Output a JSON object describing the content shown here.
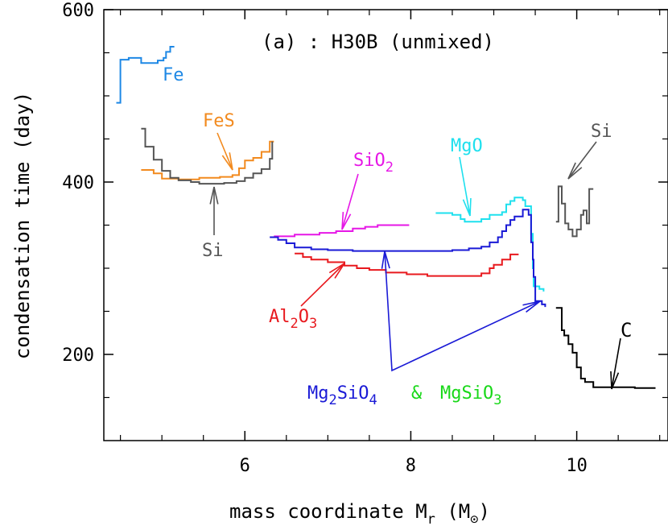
{
  "chart_data": {
    "type": "line",
    "title": "(a) : H30B (unmixed)",
    "xlabel": {
      "main": "mass coordinate M",
      "sub": "r",
      "unit_open": " (M",
      "unit_sub": "⊙",
      "unit_close": ")"
    },
    "ylabel": "condensation time (day)",
    "xlim": [
      4.3,
      11.1
    ],
    "ylim": [
      100,
      600
    ],
    "xticks": [
      6,
      8,
      10
    ],
    "yticks": [
      200,
      400,
      600
    ],
    "xtick_labels": [
      "6",
      "8",
      "10"
    ],
    "ytick_labels": [
      "200",
      "400",
      "600"
    ],
    "grid": false,
    "legend": "none",
    "series": [
      {
        "name": "Fe",
        "color": "#1e88e5",
        "points": [
          [
            4.45,
            492
          ],
          [
            4.5,
            492
          ],
          [
            4.5,
            542
          ],
          [
            4.6,
            542
          ],
          [
            4.6,
            544
          ],
          [
            4.75,
            544
          ],
          [
            4.75,
            538
          ],
          [
            4.95,
            538
          ],
          [
            4.95,
            541
          ],
          [
            5.02,
            541
          ],
          [
            5.02,
            544
          ],
          [
            5.05,
            544
          ],
          [
            5.05,
            551
          ],
          [
            5.1,
            551
          ],
          [
            5.1,
            557
          ],
          [
            5.15,
            557
          ]
        ]
      },
      {
        "name": "FeS",
        "color": "#f28a1e",
        "points": [
          [
            4.75,
            414
          ],
          [
            4.9,
            414
          ],
          [
            4.9,
            410
          ],
          [
            5.0,
            410
          ],
          [
            5.0,
            404
          ],
          [
            5.2,
            404
          ],
          [
            5.2,
            403
          ],
          [
            5.45,
            403
          ],
          [
            5.45,
            405
          ],
          [
            5.7,
            405
          ],
          [
            5.7,
            406
          ],
          [
            5.85,
            406
          ],
          [
            5.85,
            408
          ],
          [
            5.93,
            408
          ],
          [
            5.93,
            416
          ],
          [
            6.0,
            416
          ],
          [
            6.0,
            425
          ],
          [
            6.1,
            425
          ],
          [
            6.1,
            428
          ],
          [
            6.2,
            428
          ],
          [
            6.2,
            435
          ],
          [
            6.3,
            435
          ],
          [
            6.3,
            447
          ],
          [
            6.35,
            447
          ]
        ]
      },
      {
        "name": "Si",
        "color": "#555555",
        "points": [
          [
            4.75,
            462
          ],
          [
            4.8,
            462
          ],
          [
            4.8,
            441
          ],
          [
            4.9,
            441
          ],
          [
            4.9,
            426
          ],
          [
            5.0,
            426
          ],
          [
            5.0,
            413
          ],
          [
            5.1,
            413
          ],
          [
            5.1,
            405
          ],
          [
            5.2,
            405
          ],
          [
            5.2,
            402
          ],
          [
            5.35,
            402
          ],
          [
            5.35,
            400
          ],
          [
            5.45,
            400
          ],
          [
            5.45,
            398
          ],
          [
            5.75,
            398
          ],
          [
            5.75,
            399
          ],
          [
            5.9,
            399
          ],
          [
            5.9,
            401
          ],
          [
            6.0,
            401
          ],
          [
            6.0,
            405
          ],
          [
            6.1,
            405
          ],
          [
            6.1,
            410
          ],
          [
            6.2,
            410
          ],
          [
            6.2,
            415
          ],
          [
            6.3,
            415
          ],
          [
            6.3,
            427
          ],
          [
            6.33,
            427
          ],
          [
            6.33,
            447
          ]
        ]
      },
      {
        "name": "SiO2",
        "color": "#e617e6",
        "points": [
          [
            6.35,
            337
          ],
          [
            6.6,
            337
          ],
          [
            6.6,
            339
          ],
          [
            6.9,
            339
          ],
          [
            6.9,
            341
          ],
          [
            7.1,
            341
          ],
          [
            7.1,
            343
          ],
          [
            7.3,
            343
          ],
          [
            7.3,
            346
          ],
          [
            7.45,
            346
          ],
          [
            7.45,
            348
          ],
          [
            7.6,
            348
          ],
          [
            7.6,
            350
          ],
          [
            7.98,
            350
          ]
        ]
      },
      {
        "name": "MgO",
        "color": "#1ee0ee",
        "points": [
          [
            8.3,
            364
          ],
          [
            8.5,
            364
          ],
          [
            8.5,
            362
          ],
          [
            8.6,
            362
          ],
          [
            8.6,
            357
          ],
          [
            8.65,
            357
          ],
          [
            8.65,
            354
          ],
          [
            8.85,
            354
          ],
          [
            8.85,
            357
          ],
          [
            8.95,
            357
          ],
          [
            8.95,
            362
          ],
          [
            9.1,
            362
          ],
          [
            9.1,
            365
          ],
          [
            9.15,
            365
          ],
          [
            9.15,
            374
          ],
          [
            9.2,
            374
          ],
          [
            9.2,
            378
          ],
          [
            9.25,
            378
          ],
          [
            9.25,
            382
          ],
          [
            9.35,
            382
          ],
          [
            9.35,
            379
          ],
          [
            9.38,
            379
          ],
          [
            9.38,
            372
          ],
          [
            9.45,
            372
          ],
          [
            9.45,
            340
          ],
          [
            9.47,
            340
          ],
          [
            9.47,
            300
          ],
          [
            9.48,
            300
          ],
          [
            9.48,
            279
          ],
          [
            9.55,
            279
          ],
          [
            9.55,
            276
          ],
          [
            9.6,
            276
          ],
          [
            9.6,
            273
          ]
        ]
      },
      {
        "name": "Al2O3",
        "color": "#e8191e",
        "points": [
          [
            6.6,
            317
          ],
          [
            6.7,
            317
          ],
          [
            6.7,
            313
          ],
          [
            6.8,
            313
          ],
          [
            6.8,
            310
          ],
          [
            7.0,
            310
          ],
          [
            7.0,
            307
          ],
          [
            7.2,
            307
          ],
          [
            7.2,
            303
          ],
          [
            7.35,
            303
          ],
          [
            7.35,
            300
          ],
          [
            7.5,
            300
          ],
          [
            7.5,
            298
          ],
          [
            7.7,
            298
          ],
          [
            7.7,
            295
          ],
          [
            7.95,
            295
          ],
          [
            7.95,
            293
          ],
          [
            8.2,
            293
          ],
          [
            8.2,
            291
          ],
          [
            8.85,
            291
          ],
          [
            8.85,
            294
          ],
          [
            8.95,
            294
          ],
          [
            8.95,
            300
          ],
          [
            9.0,
            300
          ],
          [
            9.0,
            304
          ],
          [
            9.1,
            304
          ],
          [
            9.1,
            310
          ],
          [
            9.2,
            310
          ],
          [
            9.2,
            316
          ],
          [
            9.3,
            316
          ]
        ]
      },
      {
        "name": "Mg2SiO4",
        "color": "#1a1ad6",
        "points": [
          [
            6.3,
            336
          ],
          [
            6.4,
            336
          ],
          [
            6.4,
            333
          ],
          [
            6.5,
            333
          ],
          [
            6.5,
            329
          ],
          [
            6.6,
            329
          ],
          [
            6.6,
            324
          ],
          [
            6.8,
            324
          ],
          [
            6.8,
            322
          ],
          [
            7.0,
            322
          ],
          [
            7.0,
            321
          ],
          [
            7.3,
            321
          ],
          [
            7.3,
            320
          ],
          [
            8.5,
            320
          ],
          [
            8.5,
            321
          ],
          [
            8.7,
            321
          ],
          [
            8.7,
            323
          ],
          [
            8.85,
            323
          ],
          [
            8.85,
            325
          ],
          [
            8.95,
            325
          ],
          [
            8.95,
            330
          ],
          [
            9.05,
            330
          ],
          [
            9.05,
            336
          ],
          [
            9.1,
            336
          ],
          [
            9.1,
            343
          ],
          [
            9.15,
            343
          ],
          [
            9.15,
            350
          ],
          [
            9.2,
            350
          ],
          [
            9.2,
            356
          ],
          [
            9.25,
            356
          ],
          [
            9.25,
            360
          ],
          [
            9.35,
            360
          ],
          [
            9.35,
            368
          ],
          [
            9.42,
            368
          ],
          [
            9.42,
            362
          ],
          [
            9.45,
            362
          ],
          [
            9.45,
            330
          ],
          [
            9.47,
            330
          ],
          [
            9.47,
            310
          ],
          [
            9.48,
            310
          ],
          [
            9.48,
            290
          ],
          [
            9.5,
            290
          ],
          [
            9.5,
            262
          ],
          [
            9.58,
            262
          ],
          [
            9.58,
            258
          ],
          [
            9.62,
            258
          ],
          [
            9.62,
            255
          ]
        ]
      },
      {
        "name": "C",
        "color": "#000000",
        "points": [
          [
            9.75,
            254
          ],
          [
            9.82,
            254
          ],
          [
            9.82,
            228
          ],
          [
            9.85,
            228
          ],
          [
            9.85,
            222
          ],
          [
            9.9,
            222
          ],
          [
            9.9,
            212
          ],
          [
            9.95,
            212
          ],
          [
            9.95,
            202
          ],
          [
            10.0,
            202
          ],
          [
            10.0,
            185
          ],
          [
            10.05,
            185
          ],
          [
            10.05,
            172
          ],
          [
            10.1,
            172
          ],
          [
            10.1,
            168
          ],
          [
            10.2,
            168
          ],
          [
            10.2,
            162
          ],
          [
            10.5,
            162
          ],
          [
            10.5,
            162
          ],
          [
            10.7,
            162
          ],
          [
            10.7,
            161
          ],
          [
            10.95,
            161
          ]
        ]
      },
      {
        "name": "Si (outer)",
        "color": "#555555",
        "points": [
          [
            9.75,
            354
          ],
          [
            9.78,
            354
          ],
          [
            9.78,
            395
          ],
          [
            9.82,
            395
          ],
          [
            9.82,
            375
          ],
          [
            9.86,
            375
          ],
          [
            9.86,
            352
          ],
          [
            9.9,
            352
          ],
          [
            9.9,
            345
          ],
          [
            9.95,
            345
          ],
          [
            9.95,
            337
          ],
          [
            10.0,
            337
          ],
          [
            10.0,
            345
          ],
          [
            10.05,
            345
          ],
          [
            10.05,
            362
          ],
          [
            10.08,
            362
          ],
          [
            10.08,
            367
          ],
          [
            10.12,
            367
          ],
          [
            10.12,
            352
          ],
          [
            10.15,
            352
          ],
          [
            10.15,
            392
          ],
          [
            10.2,
            392
          ]
        ]
      }
    ],
    "annotations": [
      {
        "text": "Fe",
        "color": "#1e88e5"
      },
      {
        "text": "FeS",
        "color": "#f28a1e"
      },
      {
        "text": "Si",
        "color": "#555555"
      },
      {
        "text": "SiO",
        "sub": "2",
        "color": "#e617e6"
      },
      {
        "text": "MgO",
        "color": "#1ee0ee"
      },
      {
        "text": "Si",
        "color": "#555555"
      },
      {
        "text": "Al",
        "sub": "2",
        "text2": "O",
        "sub2": "3",
        "color": "#e8191e"
      },
      {
        "text": "Mg",
        "sub": "2",
        "text2": "SiO",
        "sub2": "4",
        "color": "#1a1ad6"
      },
      {
        "text": "&",
        "color": "#18d818"
      },
      {
        "text": "MgSiO",
        "sub": "3",
        "color": "#18d818"
      },
      {
        "text": "C",
        "color": "#000000"
      }
    ]
  }
}
